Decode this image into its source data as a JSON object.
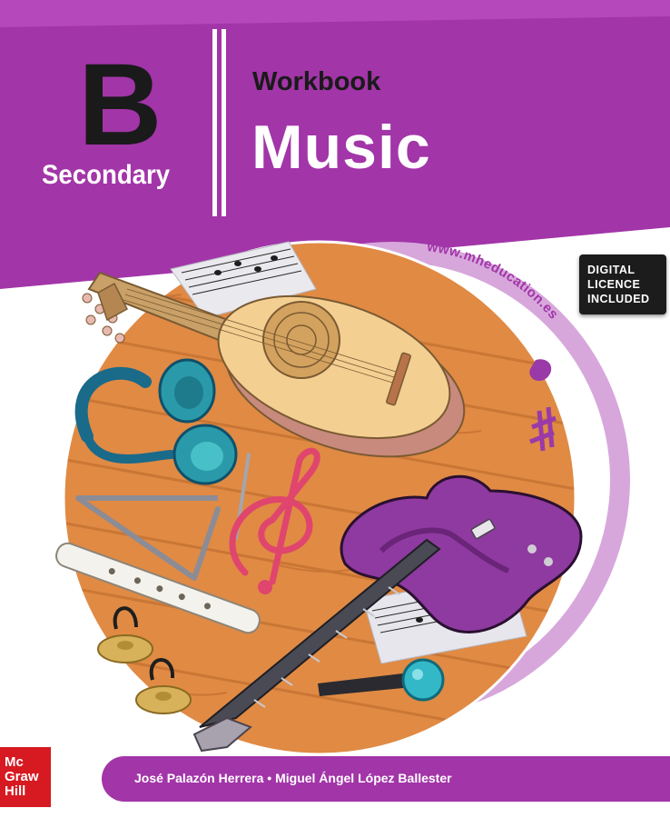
{
  "cover": {
    "level_letter": "B",
    "level_name": "Secondary",
    "subtitle": "Workbook",
    "title": "Music",
    "website": "www.mheducation.es",
    "badge": {
      "line1": "DIGITAL",
      "line2": "LICENCE",
      "line3": "INCLUDED"
    },
    "authors": "José Palazón Herrera • Miguel Ángel López Ballester",
    "publisher": {
      "line1": "Mc",
      "line2": "Graw",
      "line3": "Hill"
    }
  },
  "colors": {
    "brand_purple": "#a235a8",
    "light_purple": "#d7a7dc",
    "wood": "#e08a44",
    "publisher_red": "#d71921",
    "text_dark": "#1a1a1a"
  },
  "icons": [
    "lute-icon",
    "headphones-icon",
    "triangle-icon",
    "treble-clef-icon",
    "recorder-flute-icon",
    "finger-cymbals-icon",
    "electric-guitar-icon",
    "microphone-icon",
    "sheet-music-icon"
  ]
}
